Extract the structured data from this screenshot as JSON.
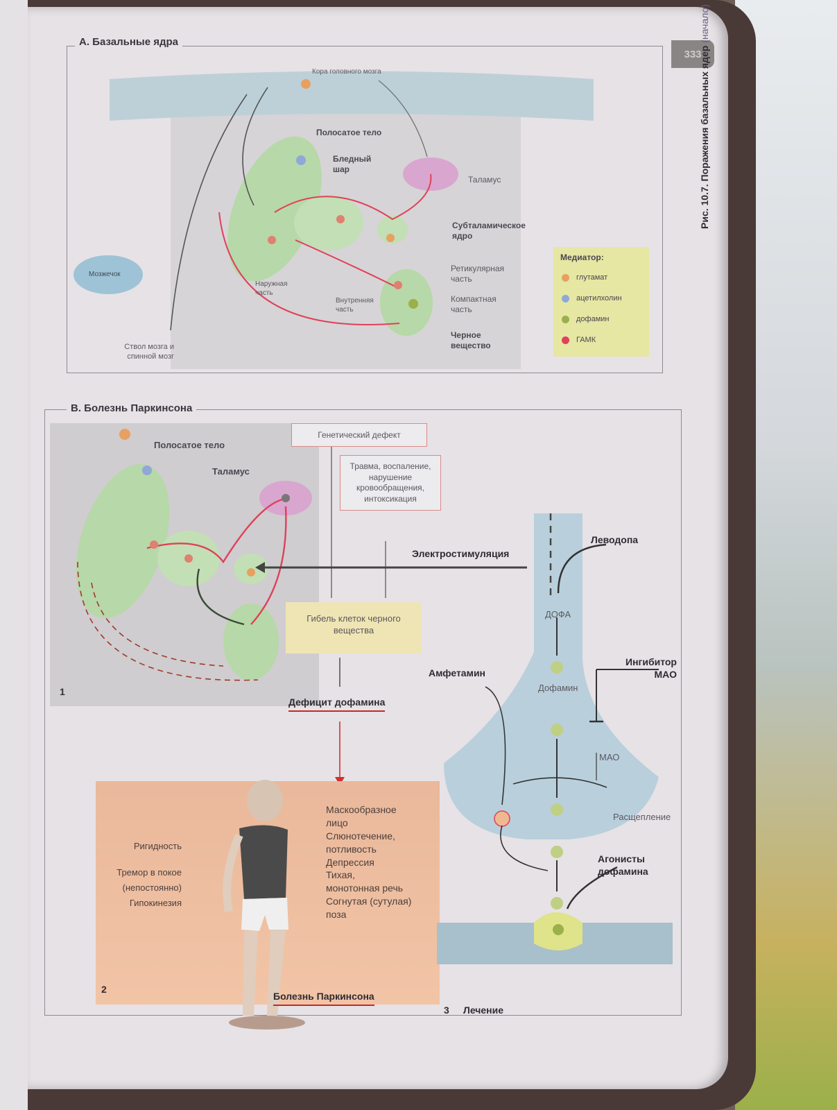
{
  "page_number": "333",
  "figure_caption": "Рис. 10.7. Поражения базальных ядер",
  "figure_caption_sub": "(начало)",
  "section_a": {
    "title": "А. Базальные ядра",
    "labels": {
      "cortex": "Кора головного мозга",
      "striatum": "Полосатое тело",
      "pallidum": "Бледный шар",
      "thalamus": "Таламус",
      "subthalamic": "Субталамическое ядро",
      "reticular": "Ретикулярная часть",
      "compact": "Компактная часть",
      "substantia_nigra": "Черное вещество",
      "cerebellum": "Мозжечок",
      "outer": "Наружная часть",
      "inner": "Внутренняя часть",
      "brainstem": "Ствол мозга и спинной мозг"
    },
    "legend": {
      "title": "Медиатор:",
      "items": [
        {
          "label": "глутамат",
          "color": "#e8a060"
        },
        {
          "label": "ацетилхолин",
          "color": "#8fa8d8"
        },
        {
          "label": "дофамин",
          "color": "#9bb04a"
        },
        {
          "label": "ГАМК",
          "color": "#e0405a"
        }
      ]
    }
  },
  "section_b": {
    "title": "В. Болезнь Паркинсона",
    "panel1": {
      "number": "1",
      "striatum": "Полосатое тело",
      "thalamus": "Таламус"
    },
    "genetic_defect": "Генетический дефект",
    "trauma": "Травма, воспаление, нарушение кровообращения, интоксикация",
    "electrostimulation": "Электростимуляция",
    "cell_death": "Гибель клеток черного вещества",
    "dopamine_deficit": "Дефицит дофамина",
    "panel2": {
      "number": "2",
      "left_symptoms": [
        "Ригидность",
        "Тремор в покое",
        "(непостоянно)",
        "Гипокинезия"
      ],
      "right_symptoms": [
        "Маскообразное",
        "лицо",
        "Слюнотечение,",
        "потливость",
        "Депрессия",
        "Тихая,",
        "монотонная речь",
        "Согнутая (сутулая)",
        "поза"
      ],
      "title": "Болезнь Паркинсона"
    },
    "panel3": {
      "number": "3",
      "title": "Лечение",
      "levodopa": "Леводопа",
      "dopa": "ДОФА",
      "dopamine": "Дофамин",
      "amphetamine": "Амфетамин",
      "mao_inhibitor": "Ингибитор МАО",
      "mao": "МАО",
      "breakdown": "Расщепление",
      "agonists": "Агонисты дофамина"
    }
  }
}
